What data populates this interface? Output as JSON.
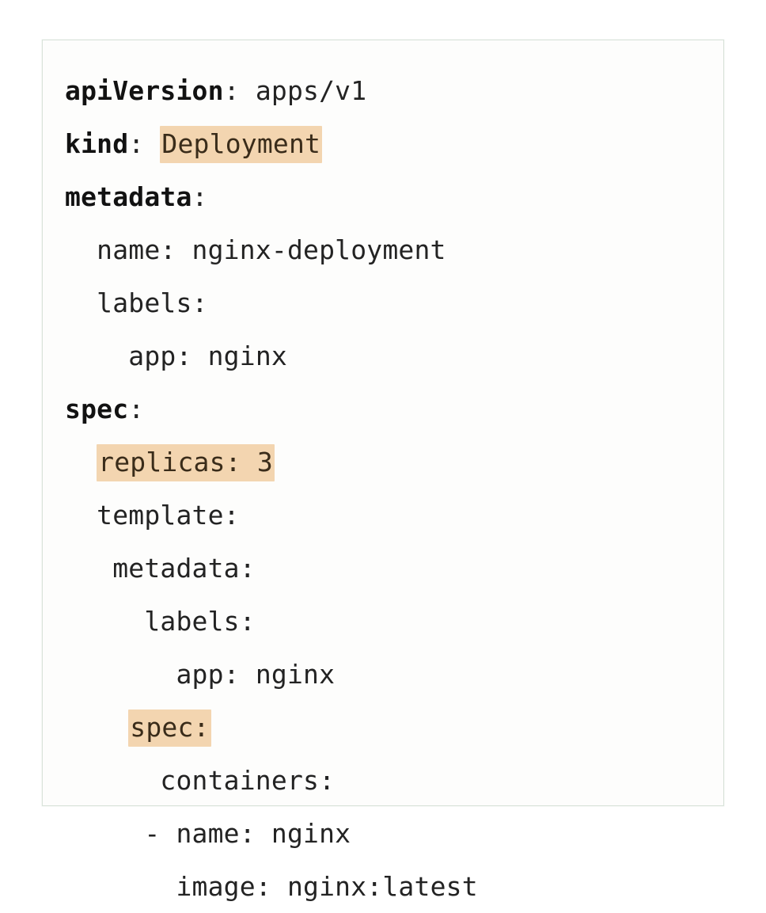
{
  "card": {
    "border_color": "#d9e3da",
    "background_color": "#fdfdfc",
    "highlight_color": "#f3d5b0",
    "text_color": "#1d1d1d"
  },
  "code": {
    "language": "yaml",
    "lines": [
      {
        "id": "line-apiversion",
        "indent": "",
        "segments": [
          {
            "text": "apiVersion",
            "style": "bold",
            "highlight": false
          },
          {
            "text": ": apps/v1",
            "style": "plain",
            "highlight": false
          }
        ]
      },
      {
        "id": "line-kind",
        "indent": "",
        "segments": [
          {
            "text": "kind",
            "style": "bold",
            "highlight": false
          },
          {
            "text": ": ",
            "style": "plain",
            "highlight": false
          },
          {
            "text": "Deployment",
            "style": "plain",
            "highlight": true
          }
        ]
      },
      {
        "id": "line-metadata",
        "indent": "",
        "segments": [
          {
            "text": "metadata",
            "style": "bold",
            "highlight": false
          },
          {
            "text": ":",
            "style": "plain",
            "highlight": false
          }
        ]
      },
      {
        "id": "line-metadata-name",
        "indent": "  ",
        "segments": [
          {
            "text": "name: nginx-deployment",
            "style": "plain",
            "highlight": false
          }
        ]
      },
      {
        "id": "line-metadata-labels",
        "indent": "  ",
        "segments": [
          {
            "text": "labels:",
            "style": "plain",
            "highlight": false
          }
        ]
      },
      {
        "id": "line-metadata-labels-app",
        "indent": "    ",
        "segments": [
          {
            "text": "app: nginx",
            "style": "plain",
            "highlight": false
          }
        ]
      },
      {
        "id": "line-spec",
        "indent": "",
        "segments": [
          {
            "text": "spec",
            "style": "bold",
            "highlight": false
          },
          {
            "text": ":",
            "style": "plain",
            "highlight": false
          }
        ]
      },
      {
        "id": "line-replicas",
        "indent": "  ",
        "segments": [
          {
            "text": "replicas: 3",
            "style": "plain",
            "highlight": true
          }
        ]
      },
      {
        "id": "line-template",
        "indent": "  ",
        "segments": [
          {
            "text": "template:",
            "style": "plain",
            "highlight": false
          }
        ]
      },
      {
        "id": "line-template-metadata",
        "indent": "   ",
        "segments": [
          {
            "text": "metadata:",
            "style": "plain",
            "highlight": false
          }
        ]
      },
      {
        "id": "line-template-labels",
        "indent": "     ",
        "segments": [
          {
            "text": "labels:",
            "style": "plain",
            "highlight": false
          }
        ]
      },
      {
        "id": "line-template-labels-app",
        "indent": "       ",
        "segments": [
          {
            "text": "app: nginx",
            "style": "plain",
            "highlight": false
          }
        ]
      },
      {
        "id": "line-template-spec",
        "indent": "    ",
        "segments": [
          {
            "text": "spec:",
            "style": "plain",
            "highlight": true
          }
        ]
      },
      {
        "id": "line-containers",
        "indent": "      ",
        "segments": [
          {
            "text": "containers:",
            "style": "plain",
            "highlight": false
          }
        ]
      },
      {
        "id": "line-container-name",
        "indent": "     ",
        "segments": [
          {
            "text": "- name: nginx",
            "style": "plain",
            "highlight": false
          }
        ]
      },
      {
        "id": "line-container-image",
        "indent": "       ",
        "segments": [
          {
            "text": "image: nginx:latest",
            "style": "plain",
            "highlight": false
          }
        ]
      }
    ]
  }
}
